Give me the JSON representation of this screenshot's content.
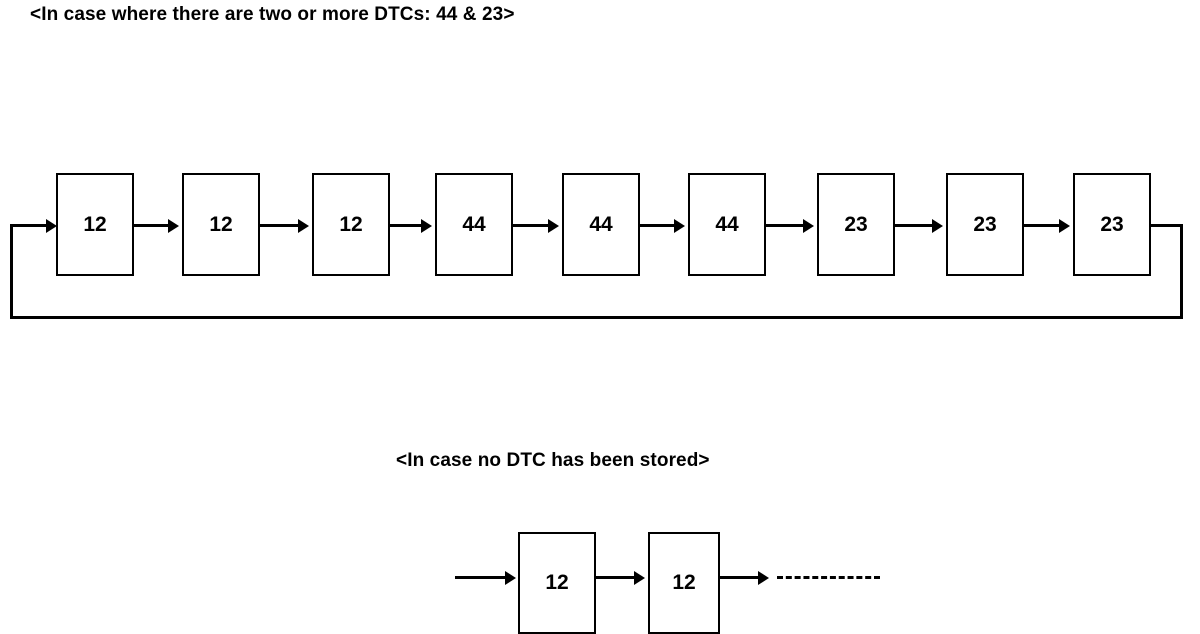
{
  "diagram": {
    "captions": {
      "top": "<In case where there are two or more DTCs: 44 & 23>",
      "bottom": "<In case no DTC has been stored>"
    },
    "top_sequence": {
      "codes": [
        "12",
        "12",
        "12",
        "44",
        "44",
        "44",
        "23",
        "23",
        "23"
      ],
      "loops_back": true
    },
    "bottom_sequence": {
      "codes": [
        "12",
        "12"
      ],
      "trailing": "dashed-continuation"
    }
  }
}
